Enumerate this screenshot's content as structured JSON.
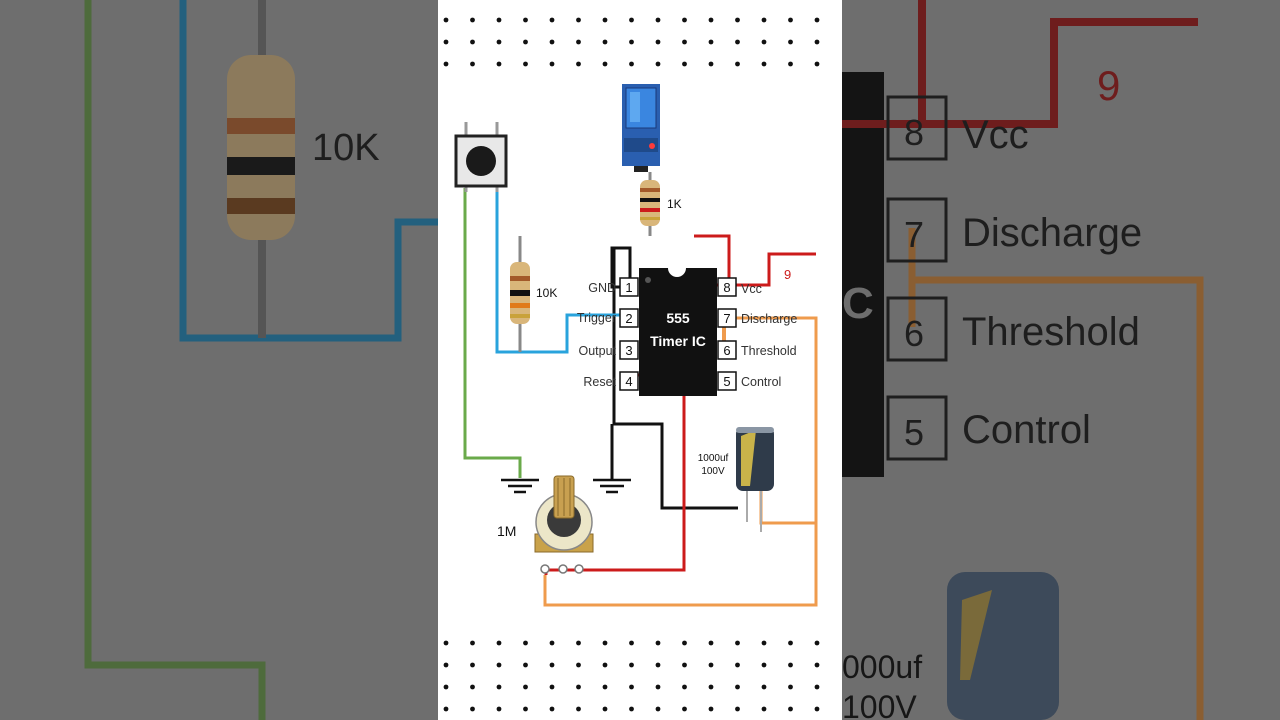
{
  "ic": {
    "line1": "555",
    "line2": "Timer IC"
  },
  "pins": [
    {
      "num": "1",
      "label": "GND"
    },
    {
      "num": "2",
      "label": "Trigger"
    },
    {
      "num": "3",
      "label": "Output"
    },
    {
      "num": "4",
      "label": "Reset"
    },
    {
      "num": "8",
      "label": "Vcc"
    },
    {
      "num": "7",
      "label": "Discharge"
    },
    {
      "num": "6",
      "label": "Threshold"
    },
    {
      "num": "5",
      "label": "Control"
    }
  ],
  "labels": {
    "r_trigger": "10K",
    "r_relay": "1K",
    "supply": "9",
    "pot": "1M",
    "cap_value": "1000uf",
    "cap_voltage": "100V"
  },
  "background": {
    "left_resistor": "10K",
    "right_pins": [
      {
        "num": "8",
        "label": "Vcc"
      },
      {
        "num": "7",
        "label": "Discharge"
      },
      {
        "num": "6",
        "label": "Threshold"
      },
      {
        "num": "5",
        "label": "Control"
      }
    ],
    "right_supply": "9",
    "right_cap_value": "000uf",
    "right_cap_voltage": "100V"
  },
  "colors": {
    "wire_black": "#111111",
    "wire_red": "#cc1b1b",
    "wire_orange": "#ef9b4d",
    "wire_blue": "#29a3dc",
    "wire_green": "#6aaa4a",
    "ic_body": "#111111",
    "relay_blue": "#1f6fd0"
  }
}
